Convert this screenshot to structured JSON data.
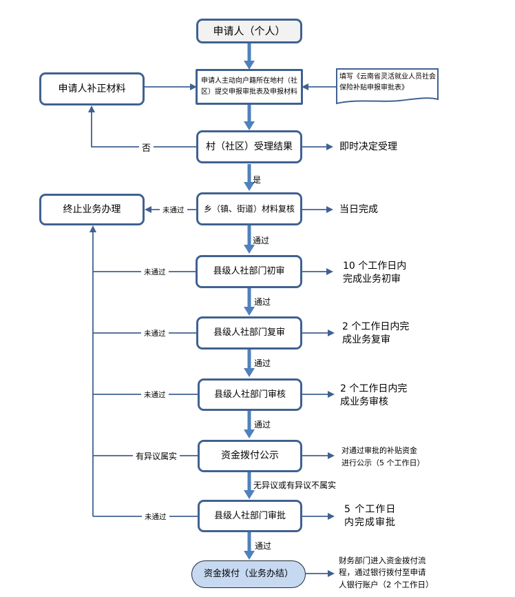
{
  "flowchart": {
    "nodes": {
      "applicant": "申请人（个人）",
      "submit": "申请人主动向户籍所在地村（社区）提交申报审批表及申报材料",
      "fill_form": "填写《云南省灵活就业人员社会保险补贴申报审批表》",
      "supplement": "申请人补正材料",
      "village_result": "村（社区）受理结果",
      "township_review": "乡（镇、街道）材料复核",
      "terminate": "终止业务办理",
      "county_initial": "县级人社部门初审",
      "county_recheck": "县级人社部门复审",
      "county_audit": "县级人社部门审核",
      "publicity": "资金拨付公示",
      "county_approve": "县级人社部门审批",
      "disburse": "资金拨付（业务办结）"
    },
    "edge_labels": {
      "no": "否",
      "yes": "是",
      "not_passed_township": "未通过",
      "passed_1": "通过",
      "not_passed_initial": "未通过",
      "passed_2": "通过",
      "not_passed_recheck": "未通过",
      "passed_3": "通过",
      "not_passed_audit": "未通过",
      "passed_4": "通过",
      "objection_valid": "有异议属实",
      "no_objection": "无异议或有异议不属实",
      "not_passed_approve": "未通过",
      "passed_5": "通过"
    },
    "notes": {
      "village": "即时决定受理",
      "township": "当日完成",
      "initial": "10 个工作日内完成业务初审",
      "recheck": "2 个工作日内完成业务复审",
      "audit": "2 个工作日内完成业务审核",
      "publicity": "对通过审批的补贴资金进行公示（5 个工作日）",
      "approve": "5 个工作日内完成审批",
      "disburse": "财务部门进入资金拨付流程，通过银行拨付至申请人银行账户（2 个工作日）"
    },
    "colors": {
      "box_border": "#3f6190",
      "main_arrow": "#4f81bd",
      "connector": "#3f6190",
      "start_fill": "#f2f2f2",
      "end_fill": "#c6d9f1"
    }
  }
}
